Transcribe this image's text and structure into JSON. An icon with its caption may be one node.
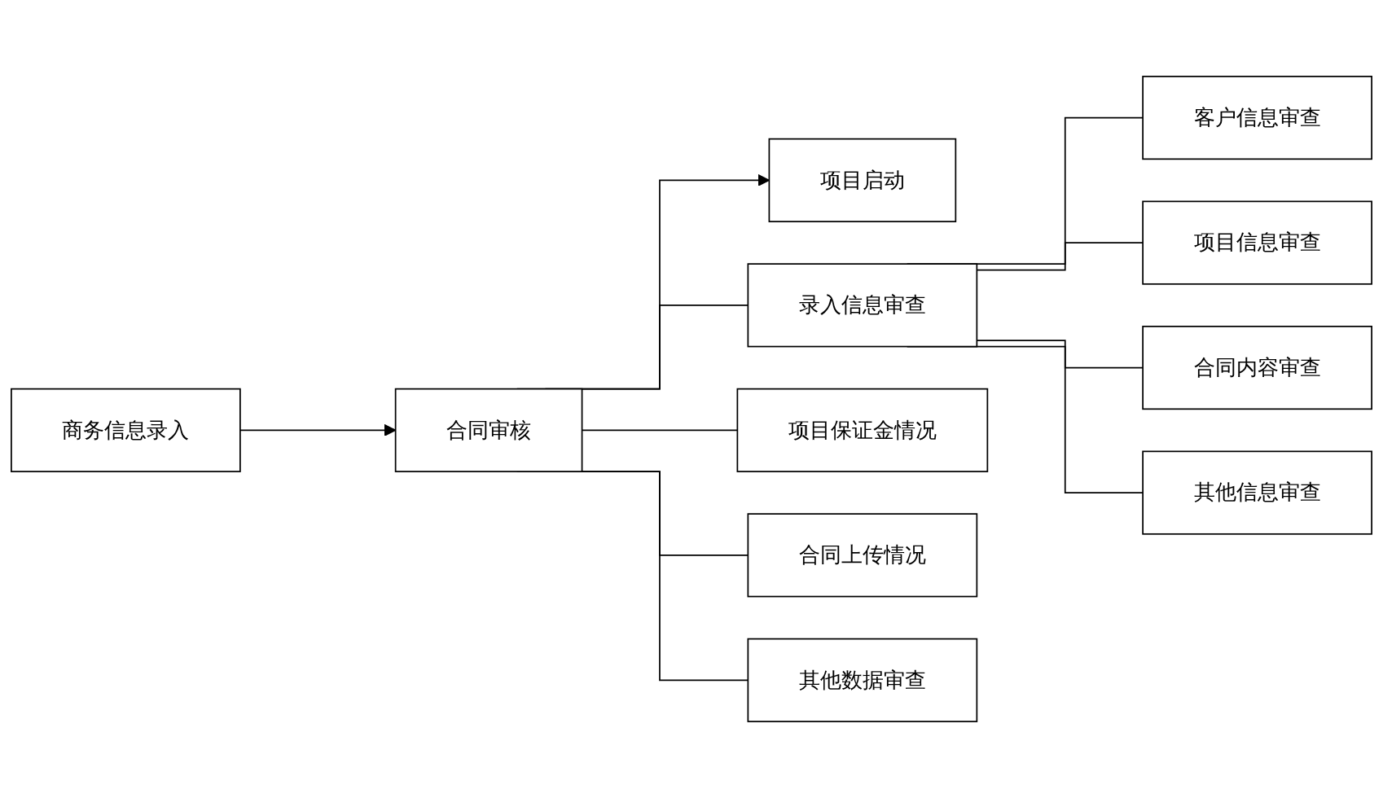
{
  "diagram": {
    "nodes": [
      {
        "text": [
          "商务信息录入"
        ]
      },
      {
        "text": [
          "合同审核"
        ]
      },
      {
        "text": [
          "项目启动"
        ]
      },
      {
        "text": [
          "录入信息审查"
        ]
      },
      {
        "text": [
          "项目保证金情况"
        ]
      },
      {
        "text": [
          "合同上传情况"
        ]
      },
      {
        "text": [
          "其他数据审查"
        ]
      },
      {
        "text": [
          "客户信息审查"
        ]
      },
      {
        "text": [
          "项目信息审查"
        ]
      },
      {
        "text": [
          "合同内容审查"
        ]
      },
      {
        "text": [
          "其他信息审查"
        ]
      }
    ],
    "edges": [
      {
        "from": 0,
        "to": 1,
        "arrow": "to"
      },
      {
        "from": 1,
        "to": 2,
        "arrow": "to"
      },
      {
        "from": 1,
        "to": 3,
        "arrow": "none"
      },
      {
        "from": 1,
        "to": 4,
        "arrow": "none"
      },
      {
        "from": 1,
        "to": 5,
        "arrow": "none"
      },
      {
        "from": 1,
        "to": 6,
        "arrow": "none"
      },
      {
        "from": 3,
        "to": 7,
        "arrow": "none"
      },
      {
        "from": 3,
        "to": 8,
        "arrow": "none"
      },
      {
        "from": 3,
        "to": 9,
        "arrow": "none"
      },
      {
        "from": 3,
        "to": 10,
        "arrow": "none"
      }
    ]
  }
}
